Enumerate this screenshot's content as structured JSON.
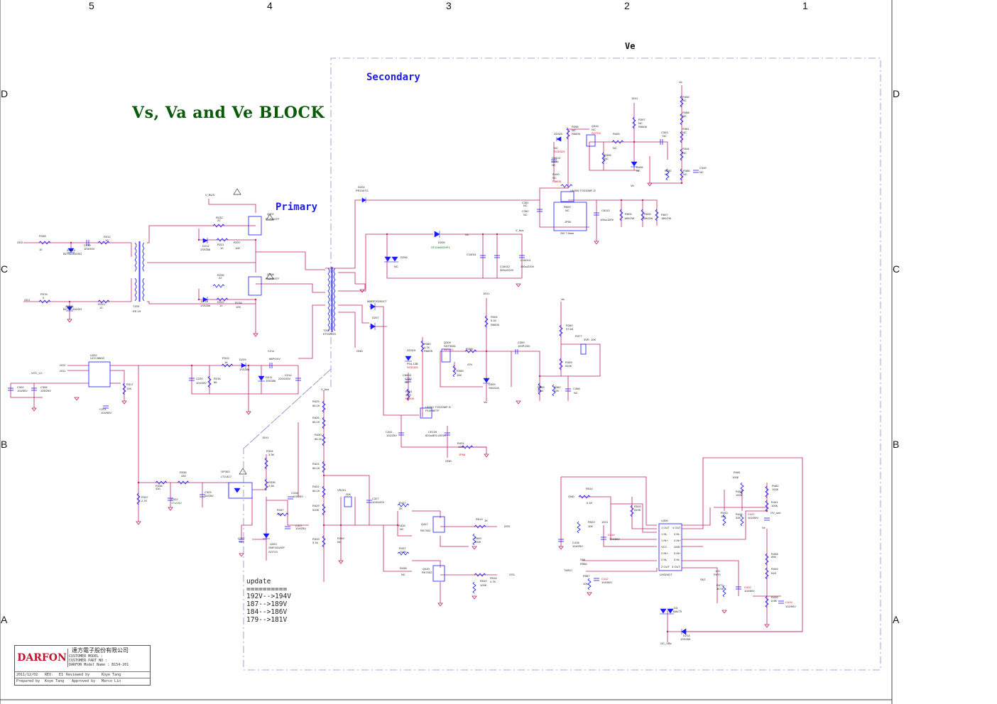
{
  "sheet": {
    "zone_cols_top": [
      "5",
      "4",
      "3",
      "2",
      "1"
    ],
    "zone_rows_left": [
      "D",
      "C",
      "B",
      "A"
    ],
    "zone_rows_right": [
      "D",
      "C",
      "B",
      "A"
    ]
  },
  "labels": {
    "title": "Vs, Va  and Ve BLOCK",
    "primary": "Primary",
    "secondary": "Secondary",
    "ve": "Ve"
  },
  "update_note": {
    "text": "update\n==========\n192V-->194V\n187-->189V\n184-->186V\n179-->181V"
  },
  "title_block": {
    "logo": "DARFON",
    "company": "達方電子股份有限公司",
    "line1": "CUSTOMER MODEL :",
    "line2": "CUSTOMER PART NO :",
    "line3": "DARFON Model Name : B154-201",
    "date": "2011/12/02",
    "rev_label": "REV.",
    "rev": "E1",
    "reviewed_by_label": "Reviewed by",
    "reviewed_by": "Koye Tang",
    "prepared_by_label": "Prepared by",
    "prepared_by": "Koye Tang",
    "approved_by_label": "Approved by",
    "approved_by": "Marco Lin"
  },
  "components": {
    "r338": "R338",
    "r338v": "10",
    "c210": "C210",
    "c210v": "1E5/50V",
    "r312": "R312",
    "r312v": "10",
    "zd312": "ZD312",
    "zd312v": "BZT52-B10SG",
    "r376": "R376",
    "r376v": "0",
    "zd311": "ZD311",
    "zd311v": "BZT52-B10SG",
    "r313": "R313",
    "r313v": "10",
    "t203": "T203",
    "t203v": "EE-19",
    "vbus": "V_BUS",
    "q207": "Q207",
    "q207v": "P12N04TF",
    "q208": "Q208",
    "q208v": "P12N04TF",
    "r232": "R232",
    "r232v": "22",
    "r236": "R236",
    "r236v": "22",
    "d212": "D212",
    "d212v": "1SS356",
    "d213": "D213",
    "d213v": "1SS356",
    "r221": "R221",
    "r221v": "10",
    "r222": "R222",
    "r222v": "10",
    "r237": "R237",
    "r237v": "10K",
    "r234": "R234",
    "r234v": "10K",
    "d204": "D204",
    "d204v": "PR1007G",
    "t202": "T202",
    "t202v": "ETD39HS",
    "d205": "D205",
    "d205v": "SF10A600HP1",
    "d206": "D206",
    "d207": "D207",
    "c16011": "C16011",
    "c16012": "C16012",
    "c16012v": "300u/220V",
    "c16013": "C16013",
    "c16013v": "300u/220V",
    "vbus2": "V_bus",
    "nc": "NC",
    "mbrf": "MBRF20200CT",
    "u202": "U202",
    "u202v": "UCC28600",
    "go2": "GO2",
    "go1": "GO1",
    "vcc_lc": "VCC_LC",
    "c302": "C302",
    "c302v": "104/50V",
    "c308": "C308",
    "c308v": "105/25V",
    "r317": "R317",
    "r317v": "10K",
    "c221": "C221",
    "c221v": "104/50V",
    "r315": "R315",
    "r315v": "1K",
    "d229": "D229",
    "d229v": "1SS356",
    "c211": "C211",
    "c211v": "68P/1KV",
    "c220": "C220",
    "c220v": "104/25V",
    "r216": "R216",
    "r216v": "86",
    "d211": "D211",
    "d211v": "1SS356",
    "c214": "C214",
    "c214v": "220/100V",
    "r425": "R425",
    "r425v": "66.1K",
    "r426": "R426",
    "r426v": "66.1K",
    "r430": "R430",
    "r430v": "66.1K",
    "r424": "R424",
    "r424v": "66.1K",
    "r431": "R431",
    "r431v": "66.1K",
    "r429": "R429",
    "r429v": "510K",
    "r333": "R333",
    "r333v": "9.1K",
    "vr201": "VR201",
    "vr201v": "20K",
    "c327": "C327",
    "c327v": "103/100V",
    "r349": "R349",
    "r349v": "NC",
    "op303": "OP303",
    "op303v": "LTV-817",
    "r337": "R337",
    "r337v": "2.7K",
    "r338b": "R338",
    "r338bv": "430",
    "r336": "R336",
    "r336v": "430",
    "c322": "C322",
    "c322v": "47u/16V",
    "c323": "C323",
    "c323v": "10/25V",
    "r334": "R334",
    "r334v": "3.3K",
    "r335": "R335",
    "r335v": "2.4K",
    "c316": "C316",
    "c316v": "103/25V",
    "r347": "R347",
    "r347v": "33K",
    "c317": "C317",
    "c317v": "104/25V",
    "c327b": "C327",
    "c327bv": "NC",
    "u303": "U303",
    "u303v": "SMF431ASF",
    "sot23": "SOT23",
    "v15v": "15V1",
    "r304": "R304",
    "r304v": "5.1K",
    "r605": "R6605",
    "zd319": "ZD319",
    "zd319v": "P04-13B",
    "sod323": "SOD323",
    "r380": "R380",
    "r380v": "4.7K",
    "q309": "Q309",
    "q309v": "SDT5551",
    "r358": "R358",
    "r358v": "47K",
    "c359": "C359",
    "c359v": "100P/25V",
    "r359": "R359",
    "r359v": "15K",
    "u309": "U309",
    "u309v": "SN431A",
    "r365": "R365",
    "r365v": "3.1K",
    "r362": "R362",
    "r362v": "82K",
    "c368": "C368",
    "c368v": "NC",
    "r340": "R340",
    "r340v": "97.6K",
    "r377": "R377",
    "r377v": "10K",
    "r339": "R339",
    "r339v": "510K",
    "c6603": "C6603",
    "c333": "C333",
    "c333v": "NC",
    "r361": "R361",
    "r361v": "4.7K",
    "r8605": "R8605",
    "un301": "UN301 TO220MF-D",
    "un301v": "P10N8ETF",
    "c341": "C341",
    "c341v": "102/25V",
    "ce109": "CE109",
    "ce109v": "820u/80V ASSH",
    "r431b": "R431",
    "r431bv": "10m",
    "jp68": "JP68",
    "gnd": "GND",
    "r427": "R427",
    "r427v": "2K",
    "r428": "R428",
    "r428v": "NC",
    "q417": "Q417",
    "q417v": "RK7002",
    "r513": "R513",
    "r513v": "1K",
    "r509": "R509",
    "r509v": "100K",
    "r437": "R437",
    "r437v": "110K",
    "r438": "R438",
    "r438v": "NC",
    "q420": "Q420",
    "q420v": "RK7002",
    "r516": "R516",
    "r516v": "4.7K",
    "r510": "R510",
    "r510v": "100K",
    "os0": "OS0",
    "os1": "OS1",
    "q314": "Q314",
    "q314v": "NC",
    "r396": "R396",
    "r396v": "NC",
    "r6606": "R6606",
    "zd320": "ZD320",
    "r405": "R405",
    "r395": "R395",
    "r395v": "NC",
    "c343": "C343",
    "c343v": "NC",
    "u406": "U406",
    "u406v": "NC",
    "r382": "R382",
    "r382v": "NC",
    "r386": "R386",
    "r386v": "NC",
    "c349": "C349",
    "c349v": "NC",
    "r397": "R397",
    "r397v": "NC",
    "r406": "R406",
    "r406v": "NC",
    "r388": "R388",
    "r388v": "NC",
    "r381": "R381",
    "r381v": "NC",
    "r344": "R344",
    "r344v": "NC",
    "c8603": "C8603",
    "c334": "C334",
    "c334v": "NC",
    "r400": "R400",
    "r400v": "NC",
    "un306": "UN306 TO220MF-D",
    "c351": "C351",
    "c351v": "NC",
    "c352": "C352",
    "c352v": "NC",
    "r609": "R609",
    "r609v": "NC",
    "jp50": "JP50",
    "jp50v": "2W 7.5mm",
    "c8113": "C8113",
    "c8113v": "100u/150V",
    "r605b": "R605",
    "r605bv": "18K/2W",
    "r606": "R606",
    "r606v": "18K/2W",
    "r607": "R607",
    "r607v": "18K/2W",
    "ve_node": "Ve",
    "r514": "R514",
    "r514v": "0.1K",
    "r515": "R515",
    "r515v": "510K",
    "gnd2": "GND",
    "c418": "C418",
    "c418v": "104/25V",
    "r523": "R523",
    "r523v": "10K",
    "c414": "C414",
    "c414v": "104/50V",
    "u306": "U306",
    "u306v": "LM324DT",
    "u306p": [
      "1 OUT",
      "1 IN-",
      "1 IN+",
      "VCC",
      "2 IN+",
      "2 IN-",
      "2 OUT",
      "4 OUT",
      "4 IN-",
      "4 IN+",
      "GND",
      "3 IN+",
      "3 IN-",
      "3 OUT"
    ],
    "r481": "R481",
    "r481v": "100K",
    "r452": "R452",
    "r452v": "100K",
    "r443": "R443",
    "r443v": "10K",
    "r442": "R442",
    "r442v": "33K",
    "c422": "C422",
    "c422v": "102/50V",
    "r482": "R482",
    "r482v": "100K",
    "r441": "R441",
    "r441v": "100K",
    "ov_sub": "OV_sub",
    "r448": "R448",
    "r448v": "65K",
    "r449": "R449",
    "r449v": "51K",
    "r439": "R439",
    "r439v": "6.8K",
    "c419": "C419",
    "c419v": "102/50V",
    "r470": "R470",
    "r471": "R471",
    "r471v": "36.5K",
    "c410": "C410",
    "c410v": "104/50V",
    "d3": "D3",
    "d3v": "BAV70",
    "d214": "D214",
    "d214v": "1SS355",
    "oc_vbs": "OC_VBs",
    "sk2": "SK2",
    "r566": "R566",
    "c412": "C412",
    "c412v": "104/50V",
    "r587": "R587",
    "r587v": "10K",
    "tmso": "TMSO"
  },
  "colors": {
    "wire": "#c0206e",
    "part": "#1a1aff",
    "boundary": "#8a8ad0",
    "title": "#0b5a0b",
    "accent": "#d01010"
  }
}
